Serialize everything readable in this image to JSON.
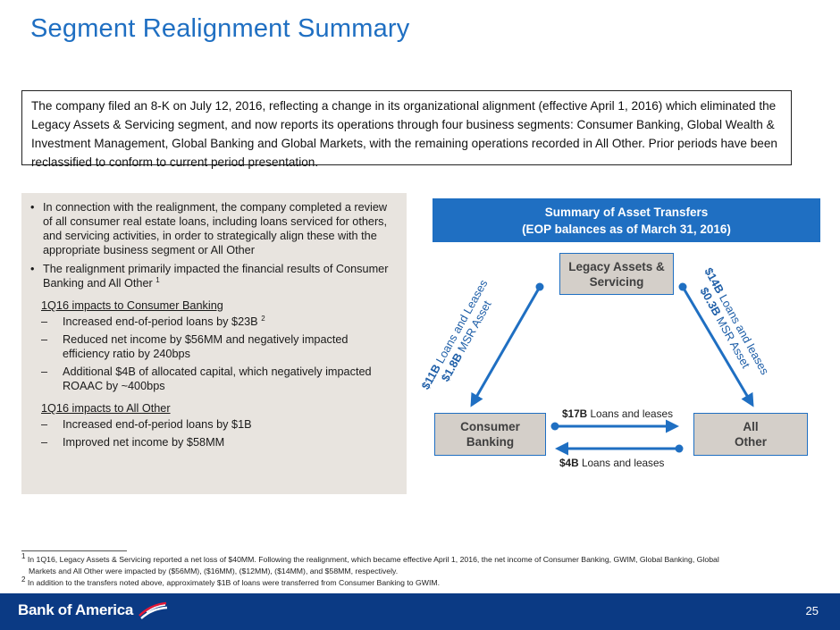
{
  "header": {
    "title": "Segment Realignment Summary"
  },
  "summary": {
    "text": "The company filed an 8-K on July 12, 2016, reflecting a change in its organizational alignment (effective April 1, 2016) which eliminated the Legacy Assets & Servicing segment, and now reports its operations through four business segments: Consumer Banking, Global Wealth & Investment Management, Global Banking and Global Markets, with the remaining operations recorded in All Other. Prior periods have been reclassified to conform to current period presentation."
  },
  "left_panel": {
    "bullet_symbol": "•",
    "dash_symbol": "–",
    "bullets": [
      {
        "text": "In connection with the realignment, the company completed a review of all consumer real estate loans, including loans serviced for others, and servicing activities, in order to strategically align these with the appropriate business segment or All Other"
      },
      {
        "text": "The realignment primarily impacted the financial results of Consumer Banking and All Other",
        "sup": "1"
      }
    ],
    "consumer": {
      "heading": "1Q16 impacts to Consumer Banking",
      "items": [
        {
          "text": "Increased end-of-period loans by $23B",
          "sup": "2"
        },
        {
          "text": "Reduced net income by $56MM and negatively impacted efficiency ratio by 240bps"
        },
        {
          "text": "Additional $4B of allocated capital, which negatively impacted ROAAC by ~400bps"
        }
      ]
    },
    "other": {
      "heading": "1Q16 impacts to All Other",
      "items": [
        {
          "text": "Increased end-of-period loans by $1B"
        },
        {
          "text": "Improved net income by $58MM"
        }
      ]
    }
  },
  "diagram": {
    "header_line1": "Summary of Asset Transfers",
    "header_line2": "(EOP balances as of March 31, 2016)",
    "nodes": {
      "legacy_line1": "Legacy Assets &",
      "legacy_line2": "Servicing",
      "consumer_line1": "Consumer",
      "consumer_line2": "Banking",
      "other_line1": "All",
      "other_line2": "Other"
    },
    "left_arrow": {
      "amount1": "$11B",
      "label1": "Loans and Leases",
      "amount2": "$1.8B",
      "label2": "MSR Asset"
    },
    "right_arrow": {
      "amount1": "$14B",
      "label1": "Loans and leases",
      "amount2": "$0.3B",
      "label2": "MSR Asset"
    },
    "top_flow": {
      "amount": "$17B",
      "label": "Loans and leases"
    },
    "bottom_flow": {
      "amount": "$4B",
      "label": "Loans and leases"
    },
    "colors": {
      "arrow": "#1f6fc2",
      "header_bg": "#1f6fc2",
      "node_bg": "#d4cfc9"
    }
  },
  "footnotes": {
    "fn1_mark": "1",
    "fn1_line1": "In 1Q16, Legacy Assets & Servicing reported a net loss of $40MM. Following the realignment, which became effective April 1, 2016, the net income of Consumer Banking, GWIM, Global Banking, Global",
    "fn1_line2": "Markets and All Other were impacted by ($56MM), ($16MM), ($12MM), ($14MM), and $58MM, respectively.",
    "fn2_mark": "2",
    "fn2_text": "In addition to the transfers noted above, approximately $1B of loans were transferred from Consumer Banking to GWIM."
  },
  "footer": {
    "logo_text": "Bank of America",
    "logo_icon": "flag-icon",
    "page_number": "25",
    "bg_color": "#0b3a84"
  }
}
